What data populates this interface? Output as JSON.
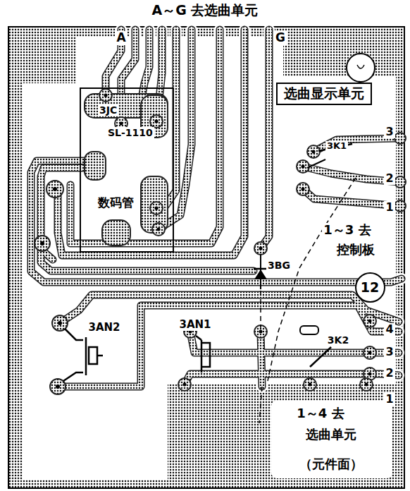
{
  "diagram": {
    "title": "A～G 去选曲单元",
    "caption": "（元件面）",
    "nodes": [
      {
        "text": [
          "选曲显示单元"
        ]
      },
      {
        "text": [
          "3JC",
          "SL-1110",
          "数码管"
        ]
      },
      {
        "text": [
          "12"
        ]
      }
    ],
    "labels": [
      "A",
      "G",
      "3",
      "3K1",
      "2",
      "1",
      "1～3 去",
      "控制板",
      "3BG",
      "3AN2",
      "3AN1",
      "3K2",
      "4",
      "3",
      "2",
      "1",
      "1～4 去",
      "选曲单元"
    ]
  }
}
